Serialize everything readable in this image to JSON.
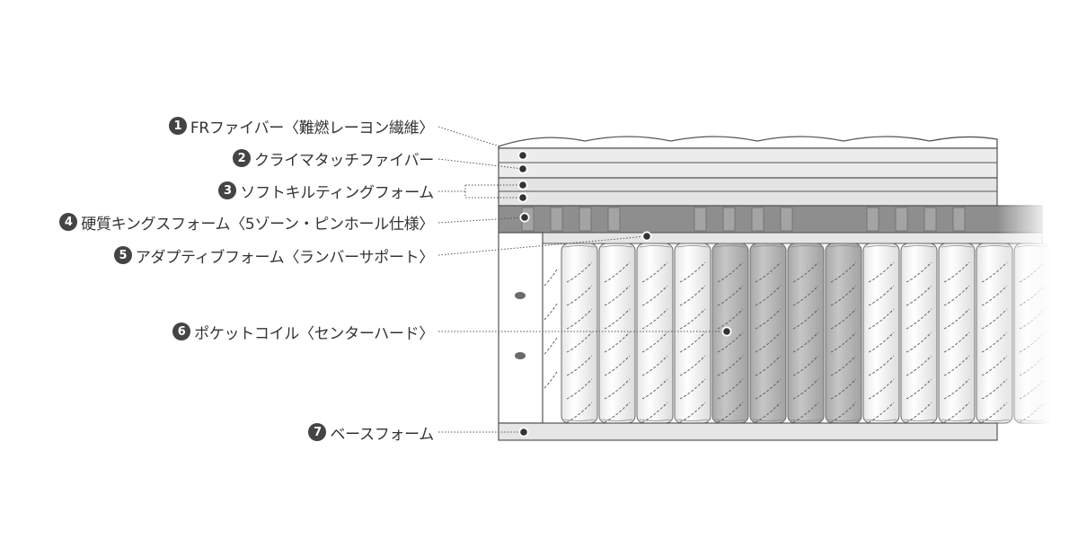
{
  "colors": {
    "ink": "#444444",
    "label": "#333333",
    "line": "#555555",
    "layer_fill": "#e4e4e4",
    "comfort_fill": "#8e8e8e",
    "coil_soft": "#f2f2f2",
    "coil_hard": "#b6b6b6"
  },
  "labels": [
    {
      "number": "1",
      "text": "FRファイバー〈難燃レーヨン繊維〉"
    },
    {
      "number": "2",
      "text": "クライマタッチファイバー"
    },
    {
      "number": "3",
      "text": "ソフトキルティングフォーム"
    },
    {
      "number": "4",
      "text": "硬質キングスフォーム〈5ゾーン・ピンホール仕様〉"
    },
    {
      "number": "5",
      "text": "アダプティブフォーム〈ランバーサポート〉"
    },
    {
      "number": "6",
      "text": "ポケットコイル〈センターハード〉"
    },
    {
      "number": "7",
      "text": "ベースフォーム"
    }
  ]
}
